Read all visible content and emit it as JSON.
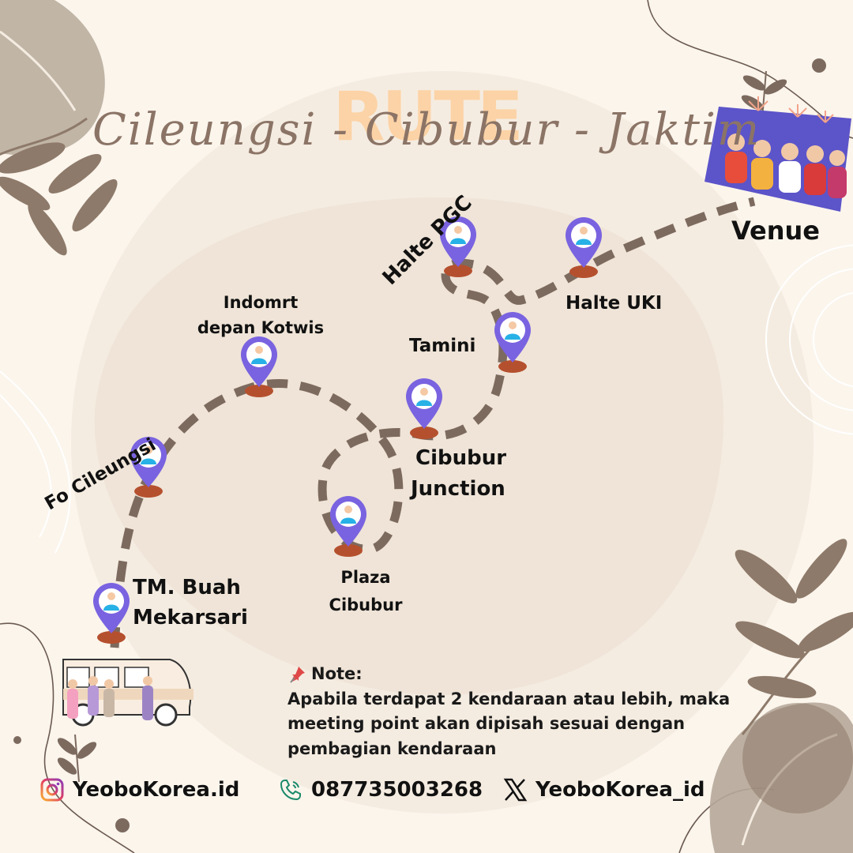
{
  "header": {
    "word": "RUTE",
    "route": "Cileungsi - Cibubur - Jaktim"
  },
  "stops": {
    "tm_buah": "TM. Buah",
    "mekarsari": "Mekarsari",
    "fo_cileungsi": "Fo Cileungsi",
    "indomrt": "Indomrt",
    "depan_kotwis": "depan Kotwis",
    "plaza": "Plaza",
    "plaza_cibubur": "Cibubur",
    "cibubur": "Cibubur",
    "junction": "Junction",
    "tamini": "Tamini",
    "halte_pgc": "Halte PGC",
    "halte_uki": "Halte UKI",
    "venue": "Venue"
  },
  "note": {
    "title": "Note:",
    "body": "Apabila terdapat 2 kendaraan atau lebih, maka meeting point akan dipisah sesuai dengan pembagian kendaraan"
  },
  "footer": {
    "instagram": "YeoboKorea.id",
    "phone": "087735003268",
    "x": "YeoboKorea_id"
  },
  "colors": {
    "background": "#fbf5ec",
    "path": "#7d6a5e",
    "pin": "#7a63e0",
    "pin_base": "#b5502e",
    "title_big": "#fcd3a6",
    "leaf": "#8e7a6a"
  }
}
